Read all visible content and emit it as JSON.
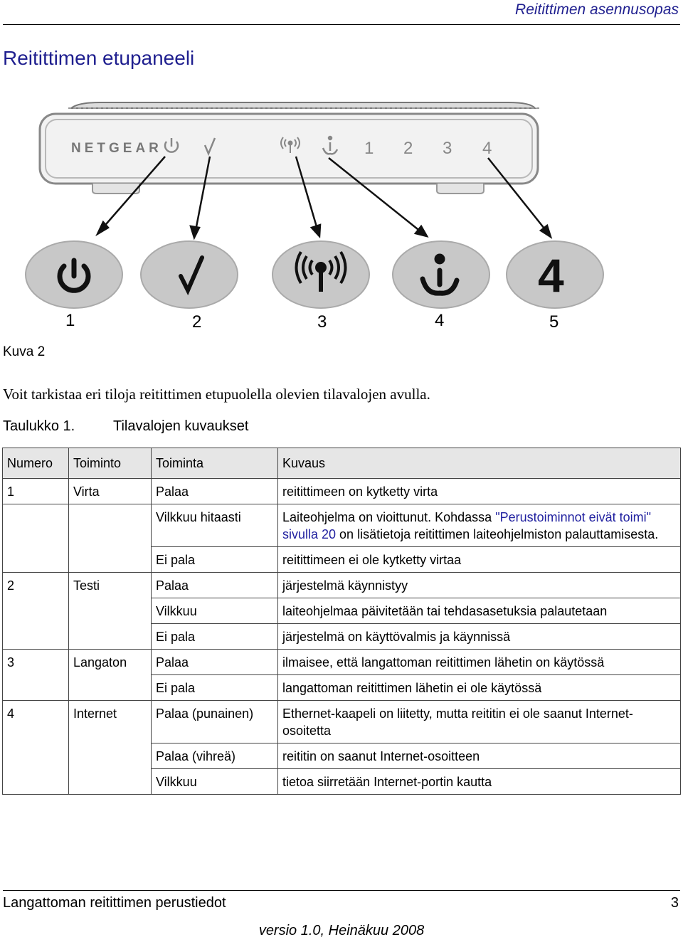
{
  "header": {
    "title": "Reitittimen asennusopas"
  },
  "page_title": "Reitittimen etupaneeli",
  "figure": {
    "brand": "NETGEAR",
    "panel_port_labels": [
      "1",
      "2",
      "3",
      "4"
    ],
    "callout_numbers": [
      "1",
      "2",
      "3",
      "4",
      "5"
    ],
    "callout_icons": [
      "power-icon",
      "test-check-icon",
      "wireless-icon",
      "internet-icon",
      "port-4-icon"
    ],
    "enlarged_port_label": "4",
    "caption": "Kuva 2"
  },
  "intro": "Voit tarkistaa eri tiloja reitittimen etupuolella olevien tilavalojen avulla.",
  "table": {
    "caption_number": "Taulukko 1.",
    "caption_title": "Tilavalojen kuvaukset",
    "headers": [
      "Numero",
      "Toiminto",
      "Toiminta",
      "Kuvaus"
    ],
    "rows": [
      {
        "num": "1",
        "fn": "Virta",
        "act": "Palaa",
        "desc": "reitittimeen on kytketty virta"
      },
      {
        "num": "",
        "fn": "",
        "act": "Vilkkuu hitaasti",
        "desc_before": "Laiteohjelma on vioittunut. Kohdassa ",
        "desc_link": "\"Perustoiminnot eivät toimi\" sivulla 20",
        "desc_after": " on lisätietoja reitittimen laiteohjelmiston palauttamisesta."
      },
      {
        "num": "",
        "fn": "",
        "act": "Ei pala",
        "desc": "reitittimeen ei ole kytketty virtaa"
      },
      {
        "num": "2",
        "fn": "Testi",
        "act": "Palaa",
        "desc": "järjestelmä käynnistyy"
      },
      {
        "num": "",
        "fn": "",
        "act": "Vilkkuu",
        "desc": "laiteohjelmaa päivitetään tai tehdasasetuksia palautetaan"
      },
      {
        "num": "",
        "fn": "",
        "act": "Ei pala",
        "desc": "järjestelmä on käyttövalmis ja käynnissä"
      },
      {
        "num": "3",
        "fn": "Langaton",
        "act": "Palaa",
        "desc": "ilmaisee, että langattoman reitittimen lähetin on käytössä"
      },
      {
        "num": "",
        "fn": "",
        "act": "Ei pala",
        "desc": "langattoman reitittimen lähetin ei ole käytössä"
      },
      {
        "num": "4",
        "fn": "Internet",
        "act": "Palaa (punainen)",
        "desc": "Ethernet-kaapeli on liitetty, mutta reititin ei ole saanut Internet-osoitetta"
      },
      {
        "num": "",
        "fn": "",
        "act": "Palaa (vihreä)",
        "desc": "reititin on saanut Internet-osoitteen"
      },
      {
        "num": "",
        "fn": "",
        "act": "Vilkkuu",
        "desc": "tietoa siirretään Internet-portin kautta"
      }
    ]
  },
  "footer": {
    "left": "Langattoman reitittimen perustiedot",
    "page_number": "3",
    "version": "versio 1.0, Heinäkuu 2008"
  },
  "colors": {
    "heading_blue": "#1f1f8f",
    "link_blue": "#1f1f9f",
    "table_header_bg": "#e6e6e6"
  }
}
